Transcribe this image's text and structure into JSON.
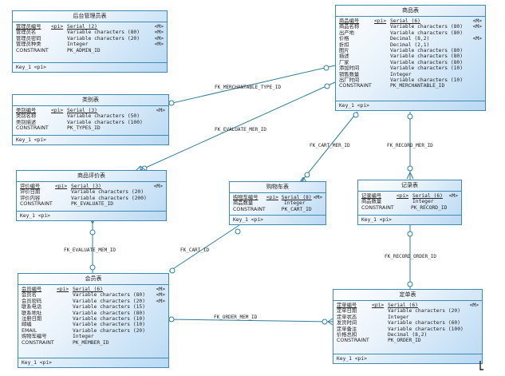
{
  "entities": {
    "admin": {
      "title": "后台管理员表",
      "rows": [
        {
          "name": "管理员编号",
          "key": "<pi>",
          "type": "Serial (2)",
          "flag": "<M>",
          "pk": true
        },
        {
          "name": "管理员名",
          "key": "",
          "type": "Variable characters (80)",
          "flag": "<M>"
        },
        {
          "name": "管理员密码",
          "key": "",
          "type": "Variable characters (20)",
          "flag": "<M>"
        },
        {
          "name": "管理员种类",
          "key": "",
          "type": "Integer",
          "flag": "<M>"
        },
        {
          "name": "CONSTRAINT",
          "key": "",
          "type": "PK_ADMIN_ID",
          "flag": ""
        }
      ],
      "keys": "Key_1  <pi>"
    },
    "merchandise": {
      "title": "商品表",
      "rows": [
        {
          "name": "商品编号",
          "key": "<pi>",
          "type": "Serial (6)",
          "flag": "<M>",
          "pk": true
        },
        {
          "name": "商品名称",
          "key": "",
          "type": "Variable characters (80)",
          "flag": "<M>"
        },
        {
          "name": "出产地",
          "key": "",
          "type": "Variable characters (80)",
          "flag": ""
        },
        {
          "name": "价格",
          "key": "",
          "type": "Decimal (8,2)",
          "flag": "<M>"
        },
        {
          "name": "折扣",
          "key": "",
          "type": "Decimal (2,1)",
          "flag": ""
        },
        {
          "name": "图片",
          "key": "",
          "type": "Variable characters (80)",
          "flag": ""
        },
        {
          "name": "描述",
          "key": "",
          "type": "Variable characters (80)",
          "flag": ""
        },
        {
          "name": "厂家",
          "key": "",
          "type": "Variable characters (80)",
          "flag": ""
        },
        {
          "name": "添加时间",
          "key": "",
          "type": "Variable characters (10)",
          "flag": ""
        },
        {
          "name": "销售数量",
          "key": "",
          "type": "Integer",
          "flag": ""
        },
        {
          "name": "出厂时间",
          "key": "",
          "type": "Variable characters (10)",
          "flag": ""
        },
        {
          "name": "CONSTRAINT",
          "key": "",
          "type": "PK_MERCHANTABLE_ID",
          "flag": ""
        }
      ],
      "keys": "Key_1  <pi>"
    },
    "category": {
      "title": "类别表",
      "rows": [
        {
          "name": "类别编号",
          "key": "<pi>",
          "type": "Serial (3)",
          "flag": "<M>",
          "pk": true
        },
        {
          "name": "类别名称",
          "key": "",
          "type": "Variable characters (50)",
          "flag": ""
        },
        {
          "name": "类别描述",
          "key": "",
          "type": "Variable characters (100)",
          "flag": ""
        },
        {
          "name": "CONSTRAINT",
          "key": "",
          "type": "PK_TYPES_ID",
          "flag": ""
        }
      ],
      "keys": "Key_1  <pi>"
    },
    "review": {
      "title": "商品评价表",
      "rows": [
        {
          "name": "评价编号",
          "key": "<pi>",
          "type": "Serial (3)",
          "flag": "<M>",
          "pk": true
        },
        {
          "name": "评价日期",
          "key": "",
          "type": "Variable characters (20)",
          "flag": ""
        },
        {
          "name": "评价内容",
          "key": "",
          "type": "Variable characters (200)",
          "flag": ""
        },
        {
          "name": "CONSTRAINT",
          "key": "",
          "type": "PK_EVALUATE_ID",
          "flag": ""
        }
      ],
      "keys": "Key_1  <pi>"
    },
    "cart": {
      "title": "购物车表",
      "rows": [
        {
          "name": "购物车编号",
          "key": "<pi>",
          "type": "Serial (8)",
          "flag": "<M>",
          "pk": true
        },
        {
          "name": "商品数量",
          "key": "",
          "type": "Integer",
          "flag": ""
        },
        {
          "name": "CONSTRAINT",
          "key": "",
          "type": "PK_CART_ID",
          "flag": ""
        }
      ],
      "keys": "Key_1  <pi>"
    },
    "record": {
      "title": "记录表",
      "rows": [
        {
          "name": "记录编号",
          "key": "<pi>",
          "type": "Serial (6)",
          "flag": "<M>",
          "pk": true
        },
        {
          "name": "商品数量",
          "key": "",
          "type": "Integer",
          "flag": ""
        },
        {
          "name": "CONSTRAINT",
          "key": "",
          "type": "PK_RECORD_ID",
          "flag": ""
        }
      ],
      "keys": "Key_1  <pi>"
    },
    "member": {
      "title": "会员表",
      "rows": [
        {
          "name": "会员编号",
          "key": "<pi>",
          "type": "Serial (6)",
          "flag": "<M>",
          "pk": true
        },
        {
          "name": "会员名",
          "key": "",
          "type": "Variable characters (80)",
          "flag": "<M>"
        },
        {
          "name": "会员密码",
          "key": "",
          "type": "Variable characters (20)",
          "flag": "<M>"
        },
        {
          "name": "联系电话",
          "key": "",
          "type": "Variable characters (15)",
          "flag": ""
        },
        {
          "name": "联系地址",
          "key": "",
          "type": "Variable characters (80)",
          "flag": ""
        },
        {
          "name": "注册日期",
          "key": "",
          "type": "Variable characters (10)",
          "flag": ""
        },
        {
          "name": "邮编",
          "key": "",
          "type": "Variable characters (10)",
          "flag": ""
        },
        {
          "name": "EMAIL",
          "key": "",
          "type": "Variable characters (20)",
          "flag": ""
        },
        {
          "name": "购物车编号",
          "key": "",
          "type": "Integer",
          "flag": ""
        },
        {
          "name": "CONSTRAINT",
          "key": "",
          "type": "PK_MEMBER_ID",
          "flag": ""
        }
      ],
      "keys": "Key_1  <pi>"
    },
    "order": {
      "title": "定单表",
      "rows": [
        {
          "name": "定单编号",
          "key": "<pi>",
          "type": "Serial (6)",
          "flag": "<M>",
          "pk": true
        },
        {
          "name": "定单日期",
          "key": "",
          "type": "Variable characters (20)",
          "flag": ""
        },
        {
          "name": "定单状态",
          "key": "",
          "type": "Integer",
          "flag": ""
        },
        {
          "name": "发货时间",
          "key": "",
          "type": "Variable characters (60)",
          "flag": ""
        },
        {
          "name": "定单备注",
          "key": "",
          "type": "Variable characters (100)",
          "flag": ""
        },
        {
          "name": "价格总和",
          "key": "",
          "type": "Decimal (8,2)",
          "flag": ""
        },
        {
          "name": "CONSTRAINT",
          "key": "",
          "type": "PK_ORDER_ID",
          "flag": ""
        }
      ],
      "keys": "Key_1  <pi>"
    }
  },
  "relations": {
    "merchantable_type": "FK_MERCHANTABLE_TYPE_ID",
    "evaluate_mer": "FK_EVALUATE_MER_ID",
    "cart_mer": "FK_CART_MER_ID",
    "record_mer": "FK_RECORD_MER_ID",
    "evaluate_mem": "FK_EVALUATE_MEM_ID",
    "cart": "FK_CART_ID",
    "record_order": "FK_RECORD_ORDER_ID",
    "order_mem": "FK_ORDER_MEM_ID"
  },
  "colors": {
    "line": "#2e7f9c",
    "border": "#3f8bb0",
    "fill_end": "#b9d9f4"
  }
}
